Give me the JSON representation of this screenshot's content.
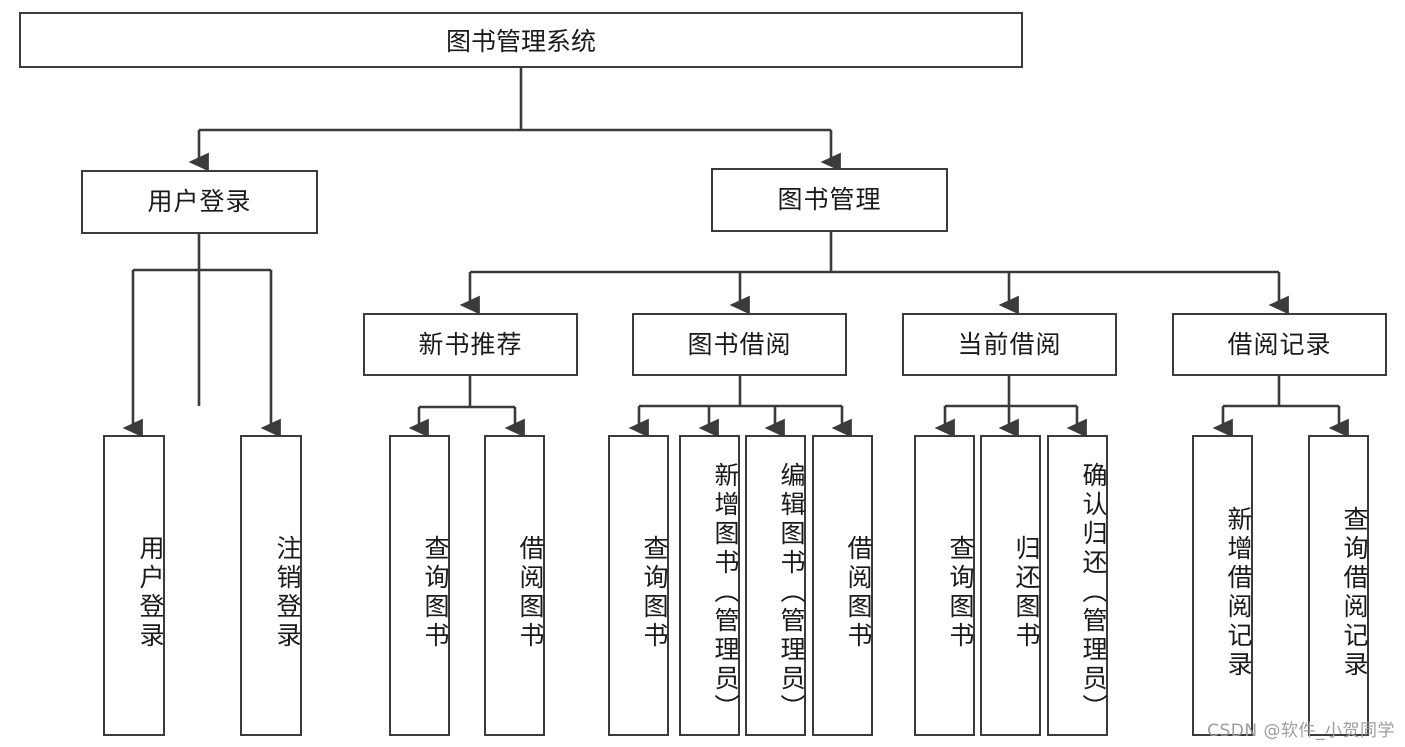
{
  "diagram": {
    "title_node": {
      "label": "图书管理系统"
    },
    "level2": [
      {
        "id": "user-login",
        "label": "用户登录"
      },
      {
        "id": "book-manage",
        "label": "图书管理"
      }
    ],
    "level3": [
      {
        "id": "new-book-rec",
        "label": "新书推荐"
      },
      {
        "id": "book-borrow",
        "label": "图书借阅"
      },
      {
        "id": "current-borrow",
        "label": "当前借阅"
      },
      {
        "id": "borrow-record",
        "label": "借阅记录"
      }
    ],
    "leaves": [
      {
        "id": "leaf-user-login",
        "label": "用户登录"
      },
      {
        "id": "leaf-logout-login",
        "label": "注销登录"
      },
      {
        "id": "leaf-query-book-1",
        "label": "查询图书"
      },
      {
        "id": "leaf-borrow-book-1",
        "label": "借阅图书"
      },
      {
        "id": "leaf-query-book-2",
        "label": "查询图书"
      },
      {
        "id": "leaf-add-book-admin",
        "label": "新增图书（管理员）"
      },
      {
        "id": "leaf-edit-book-admin",
        "label": "编辑图书（管理员）"
      },
      {
        "id": "leaf-borrow-book-2",
        "label": "借阅图书"
      },
      {
        "id": "leaf-query-book-3",
        "label": "查询图书"
      },
      {
        "id": "leaf-return-book",
        "label": "归还图书"
      },
      {
        "id": "leaf-confirm-return-admin",
        "label": "确认归还（管理员）"
      },
      {
        "id": "leaf-add-borrow-record",
        "label": "新增借阅记录"
      },
      {
        "id": "leaf-query-borrow-record",
        "label": "查询借阅记录"
      }
    ]
  },
  "watermark": {
    "text": "CSDN @软件_小贺同学"
  },
  "colors": {
    "stroke": "#3b3b3b",
    "fill": "#ffffff",
    "text": "#1a1a1a",
    "watermark": "#9d9d9d"
  }
}
